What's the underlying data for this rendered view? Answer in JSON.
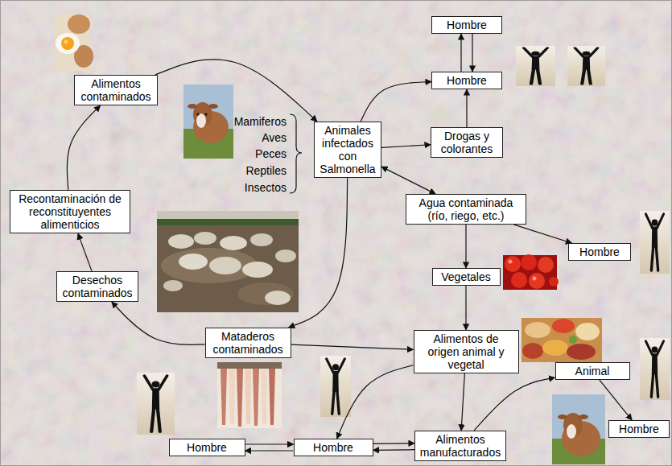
{
  "diagram": {
    "nodes": [
      {
        "text": [
          "Hombre"
        ]
      },
      {
        "text": [
          "Alimentos contaminados"
        ]
      },
      {
        "text": [
          "Hombre"
        ]
      },
      {
        "text": [
          "Animales infectados con Salmonella"
        ]
      },
      {
        "text": [
          "Drogas y colorantes"
        ]
      },
      {
        "text": [
          "Recontaminación de reconstituyentes alimenticios"
        ]
      },
      {
        "text": [
          "Agua contaminada (río, riego, etc.)"
        ]
      },
      {
        "text": [
          "Hombre"
        ]
      },
      {
        "text": [
          "Vegetales"
        ]
      },
      {
        "text": [
          "Desechos contaminados"
        ]
      },
      {
        "text": [
          "Mataderos contaminados"
        ]
      },
      {
        "text": [
          "Alimentos de origen animal y vegetal"
        ]
      },
      {
        "text": [
          "Animal"
        ]
      },
      {
        "text": [
          "Hombre"
        ]
      },
      {
        "text": [
          "Hombre"
        ]
      },
      {
        "text": [
          "Hombre"
        ]
      },
      {
        "text": [
          "Alimentos manufacturados"
        ]
      }
    ],
    "edges": [
      {
        "from": 2,
        "to": 0,
        "arrow": "to"
      },
      {
        "from": 0,
        "to": 2,
        "arrow": "to"
      },
      {
        "from": 3,
        "to": 2,
        "arrow": "to"
      },
      {
        "from": 3,
        "to": 4,
        "arrow": "to"
      },
      {
        "from": 4,
        "to": 2,
        "arrow": "to"
      },
      {
        "from": 3,
        "to": 6,
        "arrow": "both"
      },
      {
        "from": 6,
        "to": 7,
        "arrow": "to"
      },
      {
        "from": 6,
        "to": 8,
        "arrow": "to"
      },
      {
        "from": 8,
        "to": 11,
        "arrow": "to"
      },
      {
        "from": 3,
        "to": 10,
        "arrow": "to"
      },
      {
        "from": 10,
        "to": 9,
        "arrow": "to"
      },
      {
        "from": 10,
        "to": 11,
        "arrow": "to"
      },
      {
        "from": 9,
        "to": 5,
        "arrow": "to"
      },
      {
        "from": 5,
        "to": 1,
        "arrow": "to"
      },
      {
        "from": 1,
        "to": 3,
        "arrow": "to"
      },
      {
        "from": 11,
        "to": 15,
        "arrow": "to"
      },
      {
        "from": 11,
        "to": 16,
        "arrow": "to"
      },
      {
        "from": 14,
        "to": 15,
        "arrow": "to"
      },
      {
        "from": 15,
        "to": 14,
        "arrow": "to"
      },
      {
        "from": 15,
        "to": 16,
        "arrow": "to"
      },
      {
        "from": 16,
        "to": 15,
        "arrow": "to"
      },
      {
        "from": 16,
        "to": 12,
        "arrow": "to"
      },
      {
        "from": 12,
        "to": 13,
        "arrow": "to"
      }
    ],
    "labels": [
      "Mamiferos",
      "Aves",
      "Peces",
      "Reptiles",
      "Insectos"
    ]
  }
}
